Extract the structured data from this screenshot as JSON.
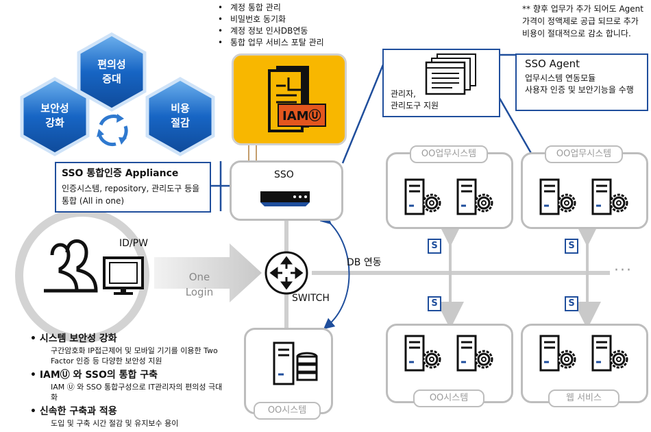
{
  "hexagons": {
    "convenience": "편의성\n증대",
    "security": "보안성\n강화",
    "cost": "비용\n절감"
  },
  "iam_features": [
    "계정 통합 관리",
    "비밀번호 동기화",
    "계정 정보 인사DB연동",
    "통합 업무 서비스 포탈 관리"
  ],
  "iam_label": "IAMⓊ",
  "future_note": "** 향후 업무가 추가 되어도 Agent가격이 정액제로 공급 되므로 추가 비용이 절대적으로 감소 합니다.",
  "admin_box": {
    "label": "관리자,\n관리도구 지원"
  },
  "sso_agent": {
    "title": "SSO Agent",
    "desc": "업무시스템 연동모듈\n사용자 인증 및 보안기능을 수행"
  },
  "sso_appliance": {
    "title": "SSO 통합인증 Appliance",
    "desc": "인증시스템, repository, 관리도구 등을 통합 (All in one)"
  },
  "sso_label": "SSO",
  "idpw_label": "ID/PW",
  "one_login": "One\nLogin",
  "db_link": "DB 연동",
  "switch_label": "SWITCH",
  "ellipsis": "···",
  "systems": {
    "top_left": "OO업무시스템",
    "top_right": "OO업무시스템",
    "bottom_left": "OO시스템",
    "bottom_right": "웹 서비스",
    "center_bottom": "OO시스템"
  },
  "s_badge": "S",
  "benefits": [
    {
      "title": "시스템 보안성 강화",
      "desc": "구간암호화 IP접근제어 및 모바일 기기를 이용한 Two Factor 인증 등 다양한 보안성 지원"
    },
    {
      "title": "IAMⓊ 와 SSO의 통합 구축",
      "desc": "IAM Ⓤ 와 SSO 통합구성으로 IT관리자의 편의성 극대화"
    },
    {
      "title": "신속한 구축과 적용",
      "desc": "도입 및 구축 시간 절감 및 유지보수 용이"
    }
  ],
  "colors": {
    "hex_blue": "#1765c4",
    "navy": "#1f4e9c",
    "iam_yellow": "#f8b700",
    "gray": "#bdbdbd",
    "iam_red": "#e3561e"
  }
}
